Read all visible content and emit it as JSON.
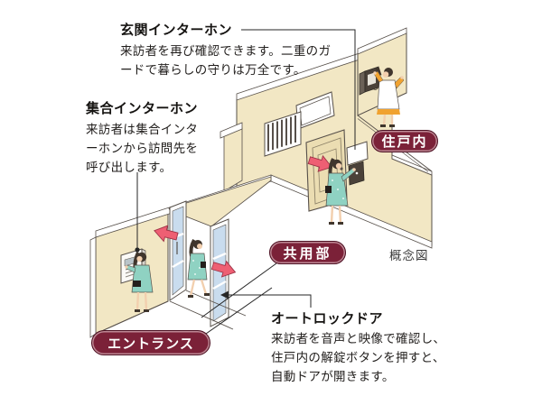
{
  "figure_note": "概念図",
  "callouts": {
    "genkan": {
      "title": "玄関インターホン",
      "lines": [
        "来訪者を再び確認できます。二重のガ",
        "ードで暮らしの守りは万全です。"
      ]
    },
    "shugo": {
      "title": "集合インターホン",
      "lines": [
        "来訪者は集合インタ",
        "ーホンから訪問先を",
        "呼び出します。"
      ]
    },
    "autolock": {
      "title": "オートロックドア",
      "lines": [
        "来訪者を音声と映像で確認し、",
        "住戸内の解錠ボタンを押すと、",
        "自動ドアが開きます。"
      ]
    }
  },
  "area_labels": {
    "unit_interior": "住戸内",
    "common_area": "共用部",
    "entrance": "エントランス"
  },
  "colors": {
    "wall_cream": "#F2E7C4",
    "wall_outline": "#57504A",
    "label_maroon": "#7B2138",
    "arrow_red": "#EE5F73",
    "glass_blue": "#C9DCEE",
    "dress_teal": "#8FD2C2",
    "shirt_orange": "#F0A230",
    "door_tan": "#EBDDB2",
    "callout_line": "#262626"
  }
}
